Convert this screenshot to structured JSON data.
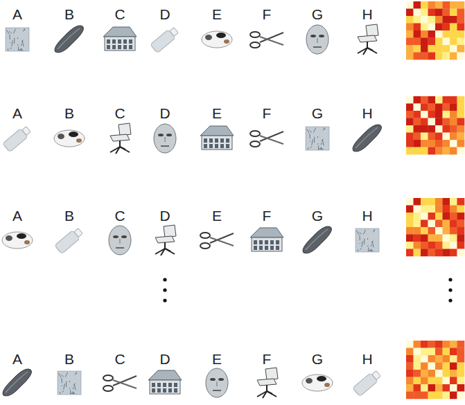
{
  "diagram": {
    "labels": [
      "A",
      "B",
      "C",
      "D",
      "E",
      "F",
      "G",
      "H",
      "A",
      "B",
      "C",
      "D",
      "E",
      "F",
      "G",
      "H",
      "A",
      "B",
      "C",
      "D",
      "E",
      "F",
      "G",
      "H",
      "A",
      "B",
      "C",
      "D",
      "E",
      "F",
      "G",
      "H"
    ]
  }
}
